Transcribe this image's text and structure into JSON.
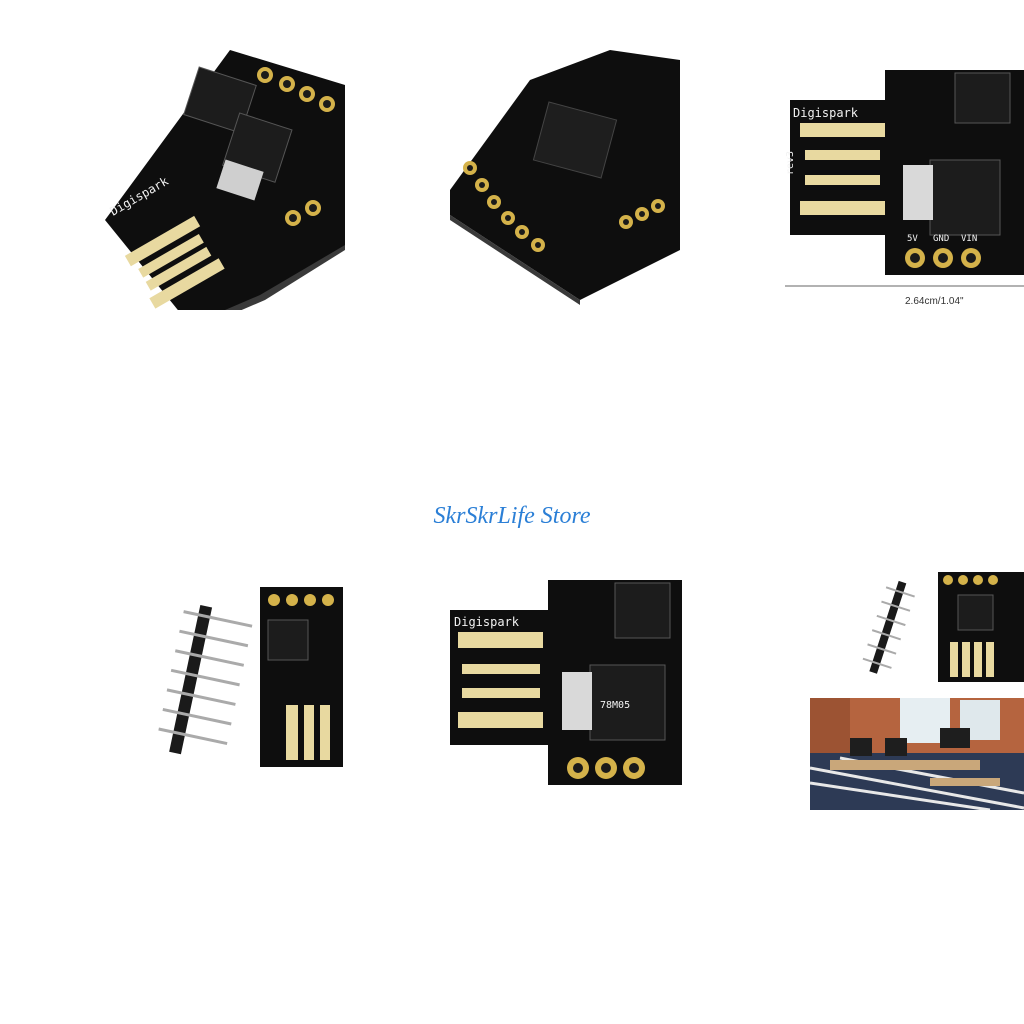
{
  "store_name": "SkrSkrLife Store",
  "dimension_label": "2.64cm/1.04\"",
  "board": {
    "brand_silk": "Digispark",
    "rev_silk": "rev3",
    "pin_labels": [
      "5V",
      "GND",
      "VIN"
    ],
    "regulator_text": "78M05"
  },
  "colors": {
    "accent": "#2b7fd6",
    "pcb": "#0e0e0e",
    "gold": "#e8d9a0"
  }
}
